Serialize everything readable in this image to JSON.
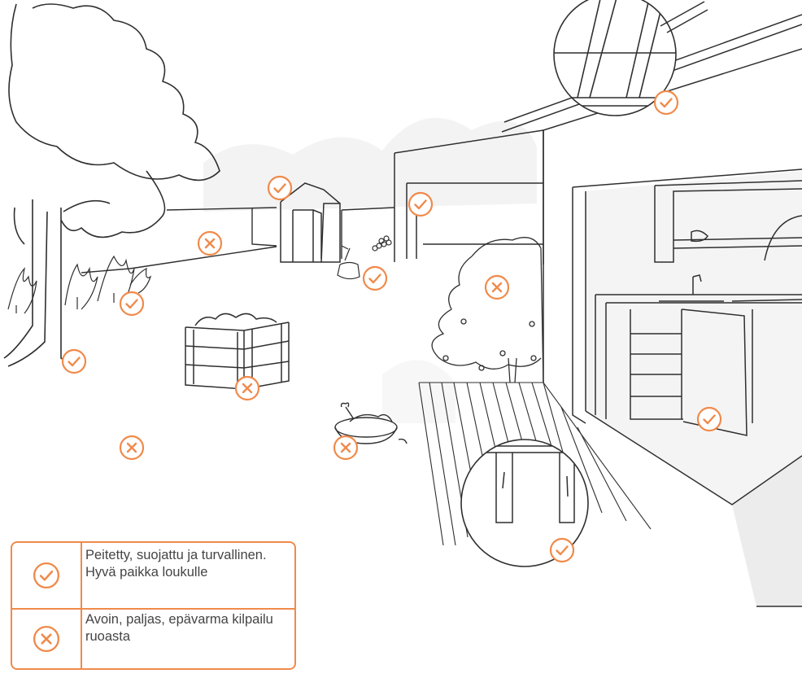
{
  "colors": {
    "accent": "#f08a4b",
    "line": "#2f2f2f",
    "shade": "#ececec",
    "text": "#444444"
  },
  "legend": {
    "good": {
      "icon": "check-circle-icon",
      "text": "Peitetty, suojattu ja turvallinen. Hyvä paikka loukulle"
    },
    "bad": {
      "icon": "cross-circle-icon",
      "text": "Avoin, paljas, epävarma kilpailu ruoasta"
    }
  },
  "markers": [
    {
      "id": "roof-eave",
      "kind": "good"
    },
    {
      "id": "shed",
      "kind": "good"
    },
    {
      "id": "garage-wall",
      "kind": "good"
    },
    {
      "id": "open-fence",
      "kind": "bad"
    },
    {
      "id": "woodpile-stump",
      "kind": "good"
    },
    {
      "id": "fruit-tree",
      "kind": "bad"
    },
    {
      "id": "plant-bed",
      "kind": "good"
    },
    {
      "id": "tree-trunk",
      "kind": "good"
    },
    {
      "id": "compost-box",
      "kind": "bad"
    },
    {
      "id": "open-lawn",
      "kind": "bad"
    },
    {
      "id": "pet-bowl",
      "kind": "bad"
    },
    {
      "id": "kitchen-cabinet",
      "kind": "good"
    },
    {
      "id": "under-deck",
      "kind": "good"
    }
  ]
}
